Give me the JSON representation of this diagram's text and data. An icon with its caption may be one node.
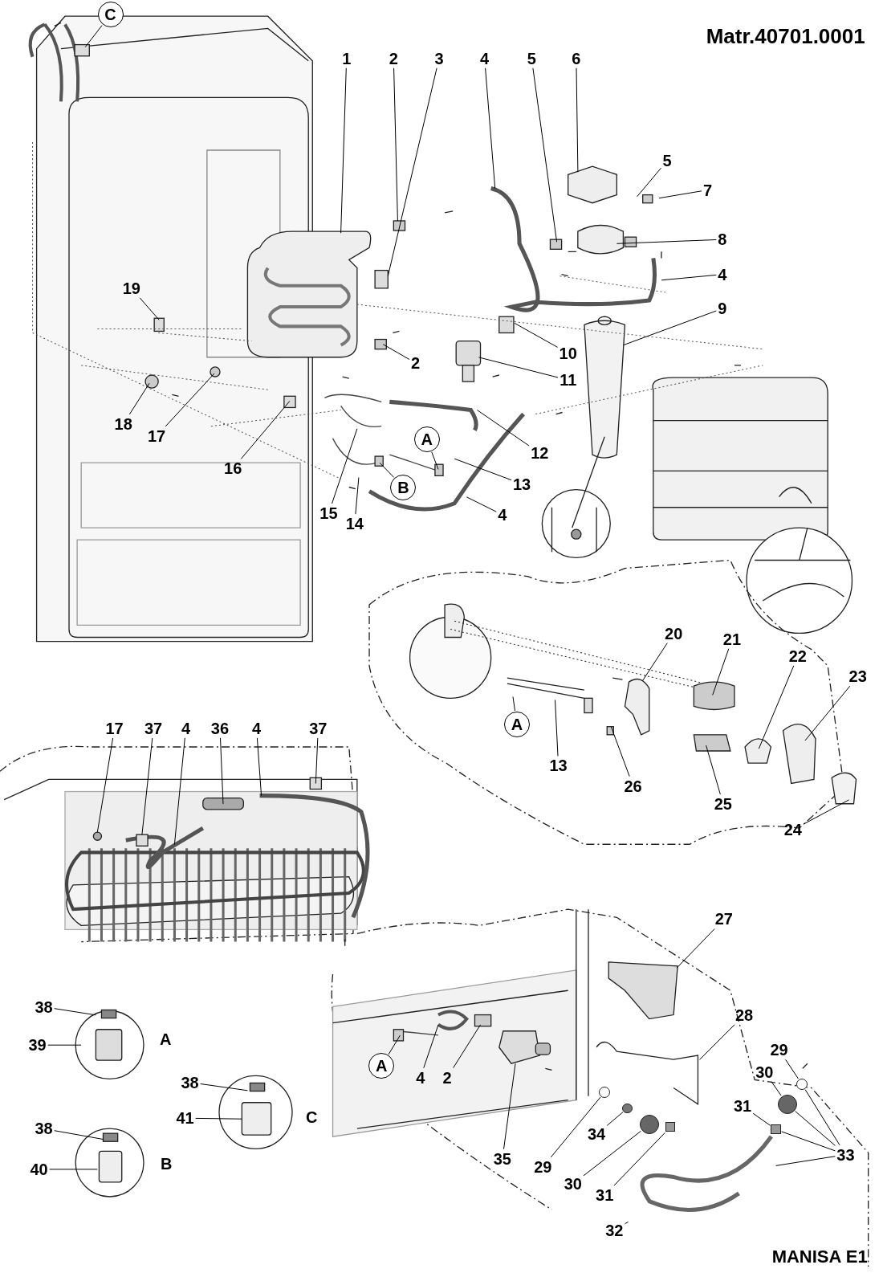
{
  "diagram": {
    "nodes": [
      {
        "text": [
          "C"
        ]
      },
      {
        "text": [
          "1"
        ]
      },
      {
        "text": [
          "2"
        ]
      },
      {
        "text": [
          "3"
        ]
      },
      {
        "text": [
          "4"
        ]
      },
      {
        "text": [
          "5"
        ]
      },
      {
        "text": [
          "6"
        ]
      },
      {
        "text": [
          "5"
        ]
      },
      {
        "text": [
          "7"
        ]
      },
      {
        "text": [
          "8"
        ]
      },
      {
        "text": [
          "4"
        ]
      },
      {
        "text": [
          "19"
        ]
      },
      {
        "text": [
          "9"
        ]
      },
      {
        "text": [
          "10"
        ]
      },
      {
        "text": [
          "2"
        ]
      },
      {
        "text": [
          "11"
        ]
      },
      {
        "text": [
          "18"
        ]
      },
      {
        "text": [
          "17"
        ]
      },
      {
        "text": [
          "A"
        ]
      },
      {
        "text": [
          "12"
        ]
      },
      {
        "text": [
          "16"
        ]
      },
      {
        "text": [
          "13"
        ]
      },
      {
        "text": [
          "B"
        ]
      },
      {
        "text": [
          "15"
        ]
      },
      {
        "text": [
          "4"
        ]
      },
      {
        "text": [
          "14"
        ]
      },
      {
        "text": [
          "20"
        ]
      },
      {
        "text": [
          "21"
        ]
      },
      {
        "text": [
          "22"
        ]
      },
      {
        "text": [
          "23"
        ]
      },
      {
        "text": [
          "A"
        ]
      },
      {
        "text": [
          "17"
        ]
      },
      {
        "text": [
          "37"
        ]
      },
      {
        "text": [
          "4"
        ]
      },
      {
        "text": [
          "36"
        ]
      },
      {
        "text": [
          "4"
        ]
      },
      {
        "text": [
          "37"
        ]
      },
      {
        "text": [
          "13"
        ]
      },
      {
        "text": [
          "26"
        ]
      },
      {
        "text": [
          "25"
        ]
      },
      {
        "text": [
          "24"
        ]
      },
      {
        "text": [
          "27"
        ]
      },
      {
        "text": [
          "38"
        ]
      },
      {
        "text": [
          "28"
        ]
      },
      {
        "text": [
          "39"
        ]
      },
      {
        "text": [
          "29"
        ]
      },
      {
        "text": [
          "A"
        ]
      },
      {
        "text": [
          "4"
        ]
      },
      {
        "text": [
          "2"
        ]
      },
      {
        "text": [
          "30"
        ]
      },
      {
        "text": [
          "38"
        ]
      },
      {
        "text": [
          "31"
        ]
      },
      {
        "text": [
          "41"
        ]
      },
      {
        "text": [
          "38"
        ]
      },
      {
        "text": [
          "34"
        ]
      },
      {
        "text": [
          "33"
        ]
      },
      {
        "text": [
          "35"
        ]
      },
      {
        "text": [
          "29"
        ]
      },
      {
        "text": [
          "40"
        ]
      },
      {
        "text": [
          "30"
        ]
      },
      {
        "text": [
          "31"
        ]
      },
      {
        "text": [
          "32"
        ]
      },
      {
        "text": [],
        "shape": "circle"
      },
      {
        "text": [],
        "shape": "circle"
      },
      {
        "text": [],
        "shape": "circle"
      },
      {
        "text": [],
        "shape": "box"
      },
      {
        "text": [],
        "shape": "picture"
      },
      {
        "text": [],
        "shape": "circle"
      },
      {
        "text": [],
        "shape": "circle"
      },
      {
        "text": [],
        "shape": "box"
      }
    ],
    "edges": [
      {
        "from": 0,
        "to": null,
        "arrow": "none"
      },
      {
        "from": 1,
        "to": null,
        "arrow": "none"
      },
      {
        "from": 2,
        "to": null,
        "arrow": "none"
      },
      {
        "from": 3,
        "to": null,
        "arrow": "none"
      },
      {
        "from": 4,
        "to": null,
        "arrow": "none"
      },
      {
        "from": 5,
        "to": null,
        "arrow": "none"
      },
      {
        "from": 6,
        "to": null,
        "arrow": "none"
      },
      {
        "from": 7,
        "to": null,
        "arrow": "none"
      },
      {
        "from": 8,
        "to": null,
        "arrow": "none"
      },
      {
        "from": 9,
        "to": null,
        "arrow": "none"
      },
      {
        "from": 10,
        "to": null,
        "arrow": "none"
      },
      {
        "from": 11,
        "to": null,
        "arrow": "none"
      },
      {
        "from": 12,
        "to": null,
        "arrow": "none"
      },
      {
        "from": 13,
        "to": null,
        "arrow": "none"
      },
      {
        "from": 14,
        "to": null,
        "arrow": "none"
      },
      {
        "from": 15,
        "to": null,
        "arrow": "none"
      },
      {
        "from": 16,
        "to": null,
        "arrow": "none"
      },
      {
        "from": 17,
        "to": null,
        "arrow": "none"
      },
      {
        "from": 18,
        "to": null,
        "arrow": "none"
      },
      {
        "from": 19,
        "to": null,
        "arrow": "none"
      },
      {
        "from": 20,
        "to": null,
        "arrow": "none"
      },
      {
        "from": 21,
        "to": null,
        "arrow": "none"
      },
      {
        "from": 22,
        "to": null,
        "arrow": "none"
      },
      {
        "from": 23,
        "to": null,
        "arrow": "none"
      },
      {
        "from": 24,
        "to": null,
        "arrow": "none"
      },
      {
        "from": 25,
        "to": null,
        "arrow": "none"
      },
      {
        "from": 26,
        "to": null,
        "arrow": "none"
      },
      {
        "from": 27,
        "to": null,
        "arrow": "none"
      },
      {
        "from": 28,
        "to": null,
        "arrow": "none"
      },
      {
        "from": 29,
        "to": null,
        "arrow": "none"
      },
      {
        "from": 30,
        "to": null,
        "arrow": "none"
      },
      {
        "from": 31,
        "to": null,
        "arrow": "none"
      },
      {
        "from": 32,
        "to": null,
        "arrow": "none"
      },
      {
        "from": 33,
        "to": null,
        "arrow": "none"
      },
      {
        "from": 34,
        "to": null,
        "arrow": "none"
      },
      {
        "from": 35,
        "to": null,
        "arrow": "none"
      },
      {
        "from": 36,
        "to": null,
        "arrow": "none"
      },
      {
        "from": 37,
        "to": null,
        "arrow": "none"
      },
      {
        "from": 38,
        "to": null,
        "arrow": "none"
      },
      {
        "from": 39,
        "to": null,
        "arrow": "none"
      },
      {
        "from": 40,
        "to": null,
        "arrow": "none"
      },
      {
        "from": 41,
        "to": null,
        "arrow": "none"
      },
      {
        "from": 42,
        "to": null,
        "arrow": "none"
      },
      {
        "from": 43,
        "to": null,
        "arrow": "none"
      },
      {
        "from": 44,
        "to": null,
        "arrow": "none"
      },
      {
        "from": 45,
        "to": 68,
        "arrow": "none"
      },
      {
        "from": 46,
        "to": null,
        "arrow": "none"
      },
      {
        "from": 47,
        "to": null,
        "arrow": "none"
      },
      {
        "from": 48,
        "to": null,
        "arrow": "none"
      },
      {
        "from": 49,
        "to": 67,
        "arrow": "none"
      },
      {
        "from": 50,
        "to": null,
        "arrow": "none"
      },
      {
        "from": 51,
        "to": 69,
        "arrow": "none"
      },
      {
        "from": 52,
        "to": null,
        "arrow": "none"
      },
      {
        "from": 53,
        "to": null,
        "arrow": "none"
      },
      {
        "from": 54,
        "to": 63,
        "arrow": "none"
      },
      {
        "from": 55,
        "to": 68,
        "arrow": "none"
      },
      {
        "from": 55,
        "to": 67,
        "arrow": "none"
      },
      {
        "from": 55,
        "to": 69,
        "arrow": "none"
      },
      {
        "from": 55,
        "to": 66,
        "arrow": "none"
      },
      {
        "from": 56,
        "to": null,
        "arrow": "none"
      },
      {
        "from": 57,
        "to": 62,
        "arrow": "none"
      },
      {
        "from": 58,
        "to": null,
        "arrow": "none"
      },
      {
        "from": 59,
        "to": 64,
        "arrow": "none"
      },
      {
        "from": 60,
        "to": 65,
        "arrow": "none"
      },
      {
        "from": 61,
        "to": 66,
        "arrow": "none"
      }
    ],
    "labels": [
      "Matr.40701.0001",
      "A",
      "C",
      "B",
      "MANISA E1"
    ]
  }
}
